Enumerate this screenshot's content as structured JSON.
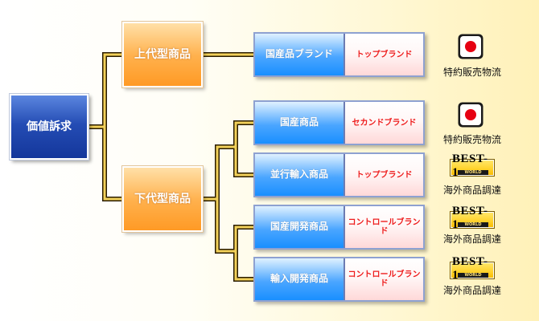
{
  "root": {
    "label": "価値訴求"
  },
  "categories": {
    "upper": "上代型商品",
    "lower": "下代型商品"
  },
  "rows": [
    {
      "left": "国産品ブランド",
      "right": "トップブランド",
      "caption": "特約販売物流",
      "logo": "rising-sun-icon"
    },
    {
      "left": "国産商品",
      "right": "セカンドブランド",
      "caption": "特約販売物流",
      "logo": "rising-sun-icon"
    },
    {
      "left": "並行輸入商品",
      "right": "トップブランド",
      "caption": "海外商品調達",
      "logo": "best-1-world-logo",
      "logo_text": "BEST-1",
      "logo_subtext": "WORLD"
    },
    {
      "left": "国産開発商品",
      "right": "コントロールブランド",
      "caption": "海外商品調達",
      "logo": "best-1-world-logo",
      "logo_text": "BEST-1",
      "logo_subtext": "WORLD"
    },
    {
      "left": "輸入開発商品",
      "right": "コントロールブランド",
      "caption": "海外商品調達",
      "logo": "best-1-world-logo",
      "logo_text": "BEST-1",
      "logo_subtext": "WORLD"
    }
  ],
  "colors": {
    "line": "#f2d15a",
    "line_outline": "#2a1c00",
    "root_blue": "#1d43a8",
    "category_orange": "#ffa53a",
    "pair_blue": "#198fff",
    "brand_red": "#ee1c1c",
    "sun_red": "#e60012"
  }
}
